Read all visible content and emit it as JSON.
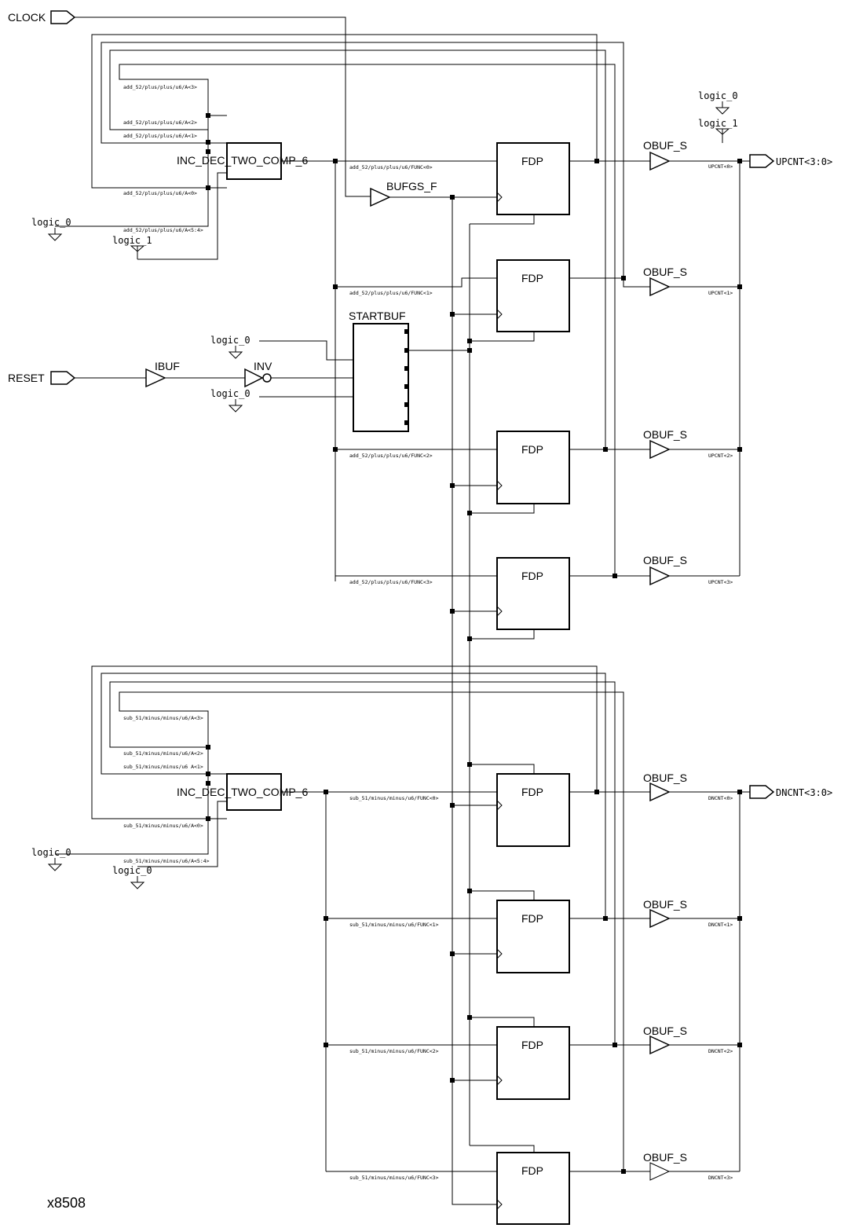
{
  "ports": {
    "clock": "CLOCK",
    "reset": "RESET",
    "upcnt": "UPCNT<3:0>",
    "dncnt": "DNCNT<3:0>"
  },
  "components": {
    "inc_dec_top": "INC_DEC_TWO_COMP_6",
    "inc_dec_bottom": "INC_DEC_TWO_COMP_6",
    "bufgs": "BUFGS_F",
    "startbuf": "STARTBUF",
    "ibuf": "IBUF",
    "inv": "INV",
    "fdp": "FDP",
    "obuf": "OBUF_S"
  },
  "constants": {
    "logic_0": "logic_0",
    "logic_1": "logic_1"
  },
  "nets_top": {
    "a3": "add_52/plus/plus/u6/A<3>",
    "a2": "add_52/plus/plus/u6/A<2>",
    "a1": "add_52/plus/plus/u6/A<1>",
    "a0": "add_52/plus/plus/u6/A<0>",
    "a54": "add_52/plus/plus/u6/A<5:4>",
    "func": [
      "add_52/plus/plus/u6/FUNC<0>",
      "add_52/plus/plus/u6/FUNC<1>",
      "add_52/plus/plus/u6/FUNC<2>",
      "add_52/plus/plus/u6/FUNC<3>"
    ],
    "out": [
      "UPCNT<0>",
      "UPCNT<1>",
      "UPCNT<2>",
      "UPCNT<3>"
    ]
  },
  "nets_bottom": {
    "a3": "sub_51/minus/minus/u6/A<3>",
    "a2": "sub_51/minus/minus/u6/A<2>",
    "a1": "sub_51/minus/minus/u6 A<1>",
    "a0": "sub_51/minus/minus/u6/A<0>",
    "a54": "sub_51/minus/minus/u6/A<5:4>",
    "func": [
      "sub_51/minus/minus/u6/FUNC<0>",
      "sub_51/minus/minus/u6/FUNC<1>",
      "sub_51/minus/minus/u6/FUNC<2>",
      "sub_51/minus/minus/u6/FUNC<3>"
    ],
    "out": [
      "DNCNT<0>",
      "DNCNT<1>",
      "DNCNT<2>",
      "DNCNT<3>"
    ]
  },
  "figure_id": "x8508"
}
